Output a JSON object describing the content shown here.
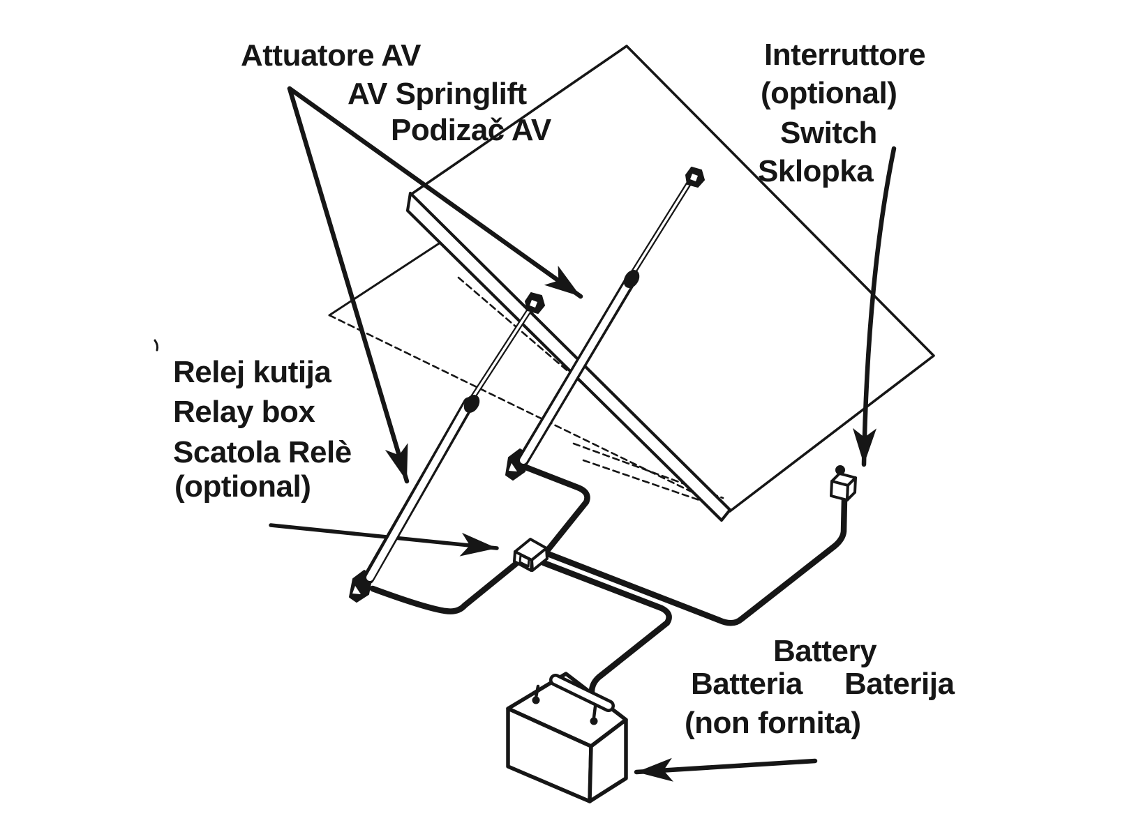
{
  "page": {
    "background": "#ffffff",
    "ink": "#161616"
  },
  "labels": {
    "actuator": {
      "l1": "Attuatore AV",
      "l2": "AV Springlift",
      "l3": "Podizač AV"
    },
    "switch": {
      "l1": "Interruttore",
      "l2": "(optional)",
      "l3": "Switch",
      "l4": "Sklopka"
    },
    "relay": {
      "l1": "Relej kutija",
      "l2": "Relay box",
      "l3": "Scatola Relè",
      "l4": "(optional)"
    },
    "battery": {
      "l1": "Battery",
      "l2": "Batteria",
      "l3": "Baterija",
      "l4": "(non fornita)"
    }
  }
}
